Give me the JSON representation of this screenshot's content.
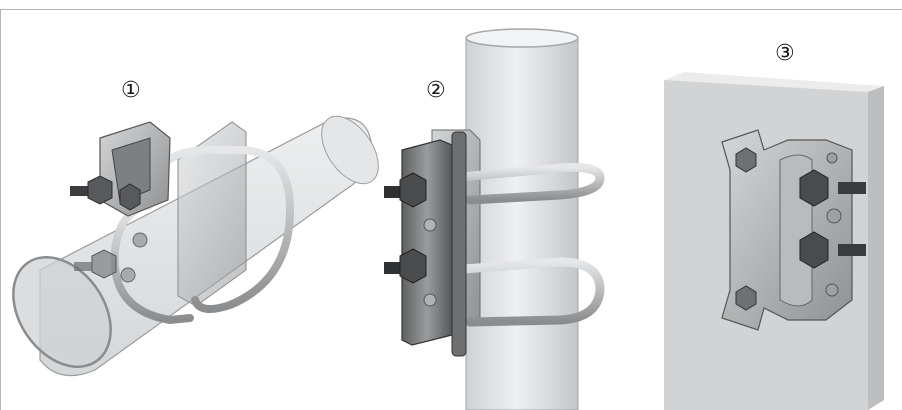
{
  "figure": {
    "panels": [
      {
        "id": "1",
        "label": "①",
        "depicts": "bracket-on-horizontal-pipe"
      },
      {
        "id": "2",
        "label": "②",
        "depicts": "bracket-on-vertical-pipe"
      },
      {
        "id": "3",
        "label": "③",
        "depicts": "bracket-on-wall"
      }
    ]
  },
  "colors": {
    "pipe": "#dfe1e2",
    "pipe_edge": "#9a9c9e",
    "metal_light": "#bfc1c3",
    "metal_dark": "#707274",
    "nut": "#4a4b4d",
    "wall_front": "#d2d3d4",
    "wall_side": "#ececec",
    "border": "#b4b4b4"
  }
}
